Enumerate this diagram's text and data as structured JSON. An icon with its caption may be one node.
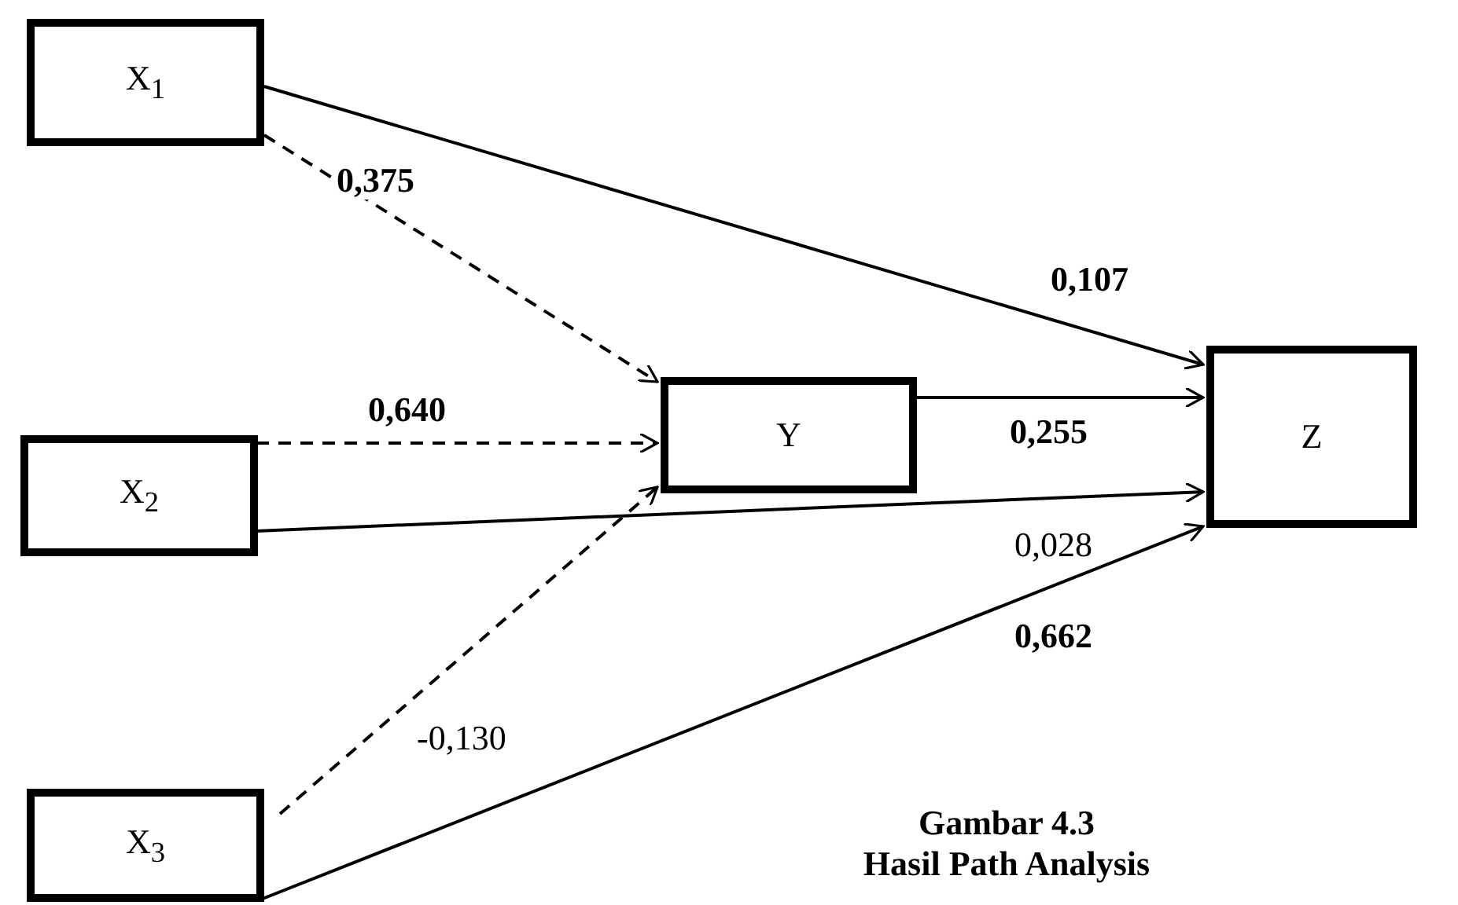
{
  "diagram": {
    "title": "Gambar 4.3",
    "caption": "Hasil Path Analysis",
    "nodes": [
      {
        "text": [
          "X$_{1}$"
        ]
      },
      {
        "text": [
          "X$_{2}$"
        ]
      },
      {
        "text": [
          "X$_{3}$"
        ]
      },
      {
        "text": [
          "Y"
        ]
      },
      {
        "text": [
          "Z"
        ]
      }
    ],
    "edges": [
      {
        "from": 0,
        "to": 4,
        "arrow": "to",
        "label": "**0,107**"
      },
      {
        "from": 0,
        "to": 3,
        "arrow": "to",
        "label": "**0,375**",
        "style": "dashed"
      },
      {
        "from": 1,
        "to": 3,
        "arrow": "to",
        "label": "**0,640**",
        "style": "dashed"
      },
      {
        "from": 3,
        "to": 4,
        "arrow": "to",
        "label": "**0,255**"
      },
      {
        "from": 1,
        "to": 4,
        "arrow": "to",
        "label": "0,028"
      },
      {
        "from": 2,
        "to": 3,
        "arrow": "to",
        "label": "-0,130",
        "style": "dashed"
      },
      {
        "from": 2,
        "to": 4,
        "arrow": "to",
        "label": "**0,662**"
      }
    ]
  }
}
